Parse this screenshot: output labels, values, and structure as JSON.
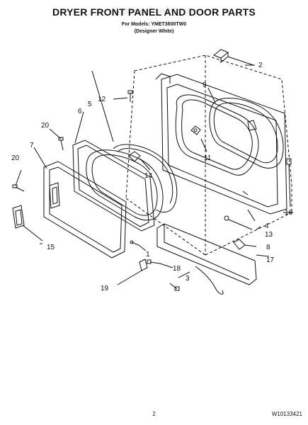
{
  "header": {
    "title": "DRYER FRONT PANEL AND DOOR PARTS",
    "models_line": "For Models: YMET3800TW0",
    "variant_line": "(Designer White)"
  },
  "watermark": "AppliancePartsPros.com",
  "callouts": {
    "c1": "1",
    "c2": "2",
    "c3": "3",
    "c4": "4",
    "c5": "5",
    "c6": "6",
    "c7": "7",
    "c8": "8",
    "c9": "9",
    "c11": "11",
    "c12": "12",
    "c13": "13",
    "c14": "14",
    "c15": "15",
    "c16": "16",
    "c17": "17",
    "c18": "18",
    "c19": "19",
    "c20a": "20",
    "c20b": "20"
  },
  "footer": {
    "page_number": "2",
    "doc_code": "W10133421"
  }
}
